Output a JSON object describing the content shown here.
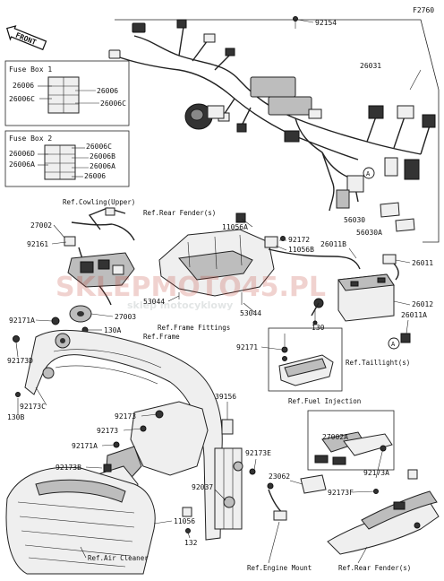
{
  "figure_code": "F2760",
  "front_label": "FRONT",
  "fuse_box_1": {
    "title": "Fuse Box 1",
    "labels": [
      "26006",
      "26006C",
      "26006",
      "26006C"
    ]
  },
  "fuse_box_2": {
    "title": "Fuse Box 2",
    "labels": [
      "26006C",
      "26006D",
      "26006B",
      "26006A",
      "26006A",
      "26006"
    ]
  },
  "part_numbers": {
    "p92154": "92154",
    "p26031": "26031",
    "p56030": "56030",
    "p56030A": "56030A",
    "p27002": "27002",
    "p92161": "92161",
    "p11056A": "11056A",
    "p92172": "92172",
    "p11056B": "11056B",
    "p26011B": "26011B",
    "p26011": "26011",
    "p53044a": "53044",
    "p53044b": "53044",
    "p26012": "26012",
    "p27003": "27003",
    "p92171A_a": "92171A",
    "p130A": "130A",
    "p130": "130",
    "p26011A": "26011A",
    "p92173D": "92173D",
    "p92171": "92171",
    "p92173C": "92173C",
    "p130B": "130B",
    "p39156": "39156",
    "p92173a": "92173",
    "p92173b": "92173",
    "p92171A_b": "92171A",
    "p27002A": "27002A",
    "p92173B": "92173B",
    "p92173E": "92173E",
    "p92173A": "92173A",
    "p23062": "23062",
    "p92037": "92037",
    "p92173F": "92173F",
    "p11056": "11056",
    "p132": "132"
  },
  "refs": {
    "cowling_upper": "Ref.Cowling(Upper)",
    "rear_fender_a": "Ref.Rear Fender(s)",
    "frame_fittings": "Ref.Frame Fittings",
    "frame": "Ref.Frame",
    "taillight": "Ref.Taillight(s)",
    "fuel_injection": "Ref.Fuel Injection",
    "air_cleaner": "Ref.Air Cleaner",
    "engine_mount": "Ref.Engine Mount",
    "rear_fender_b": "Ref.Rear Fender(s)"
  },
  "callout_marker": "A",
  "watermark": {
    "brand": "SKLEPMOTO45.PL",
    "tagline": "sklep motocyklowy"
  }
}
